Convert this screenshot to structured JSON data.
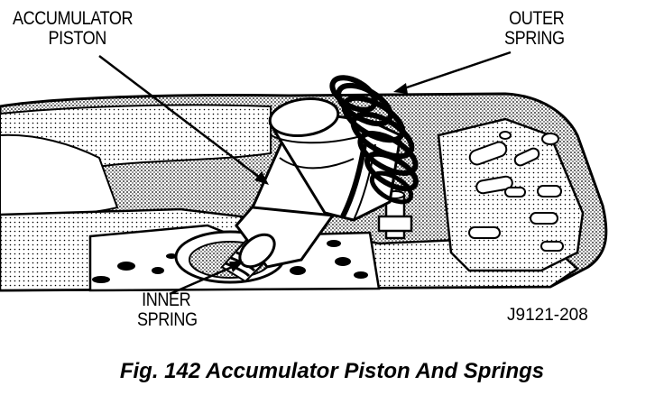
{
  "labels": {
    "accumulator_piston": [
      "ACCUMULATOR",
      "PISTON"
    ],
    "outer_spring": [
      "OUTER",
      "SPRING"
    ],
    "inner_spring": [
      "INNER",
      "SPRING"
    ]
  },
  "figure_code": "J9121-208",
  "caption": "Fig. 142 Accumulator Piston And Springs"
}
